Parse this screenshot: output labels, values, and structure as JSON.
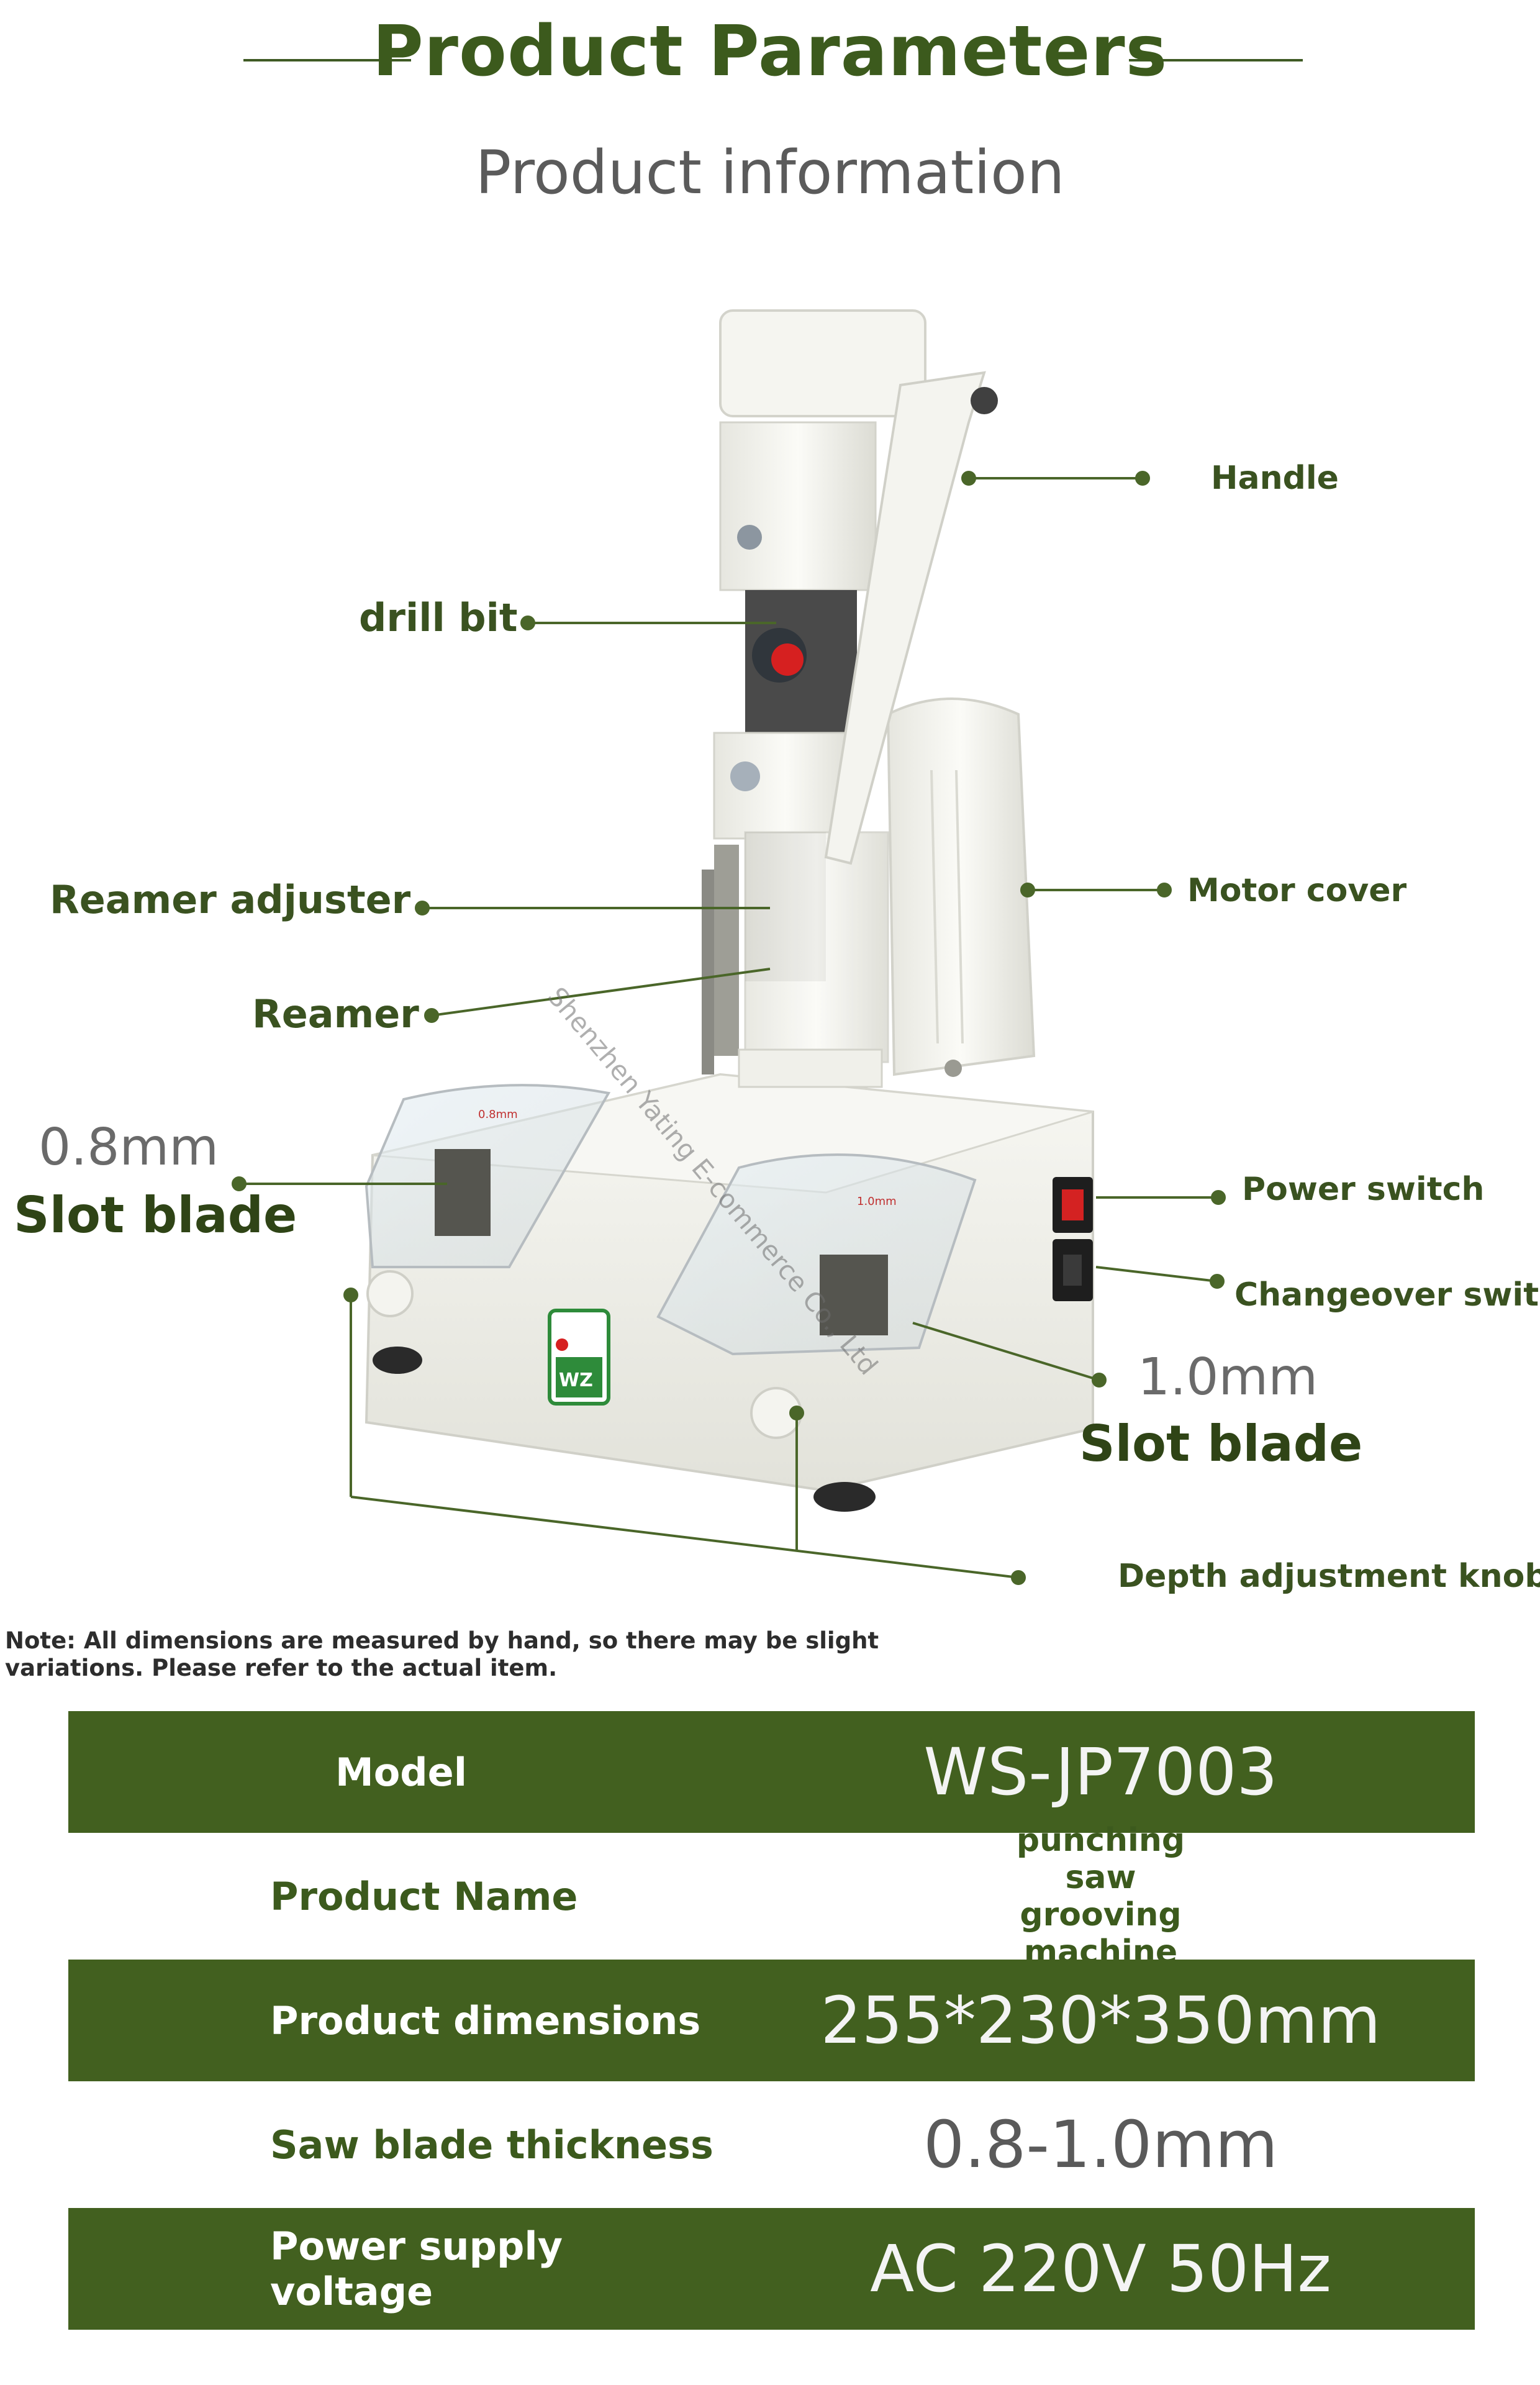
{
  "header": {
    "title": "Product Parameters",
    "subtitle": "Product information"
  },
  "callouts": {
    "handle": "Handle",
    "drill_bit": "drill bit",
    "reamer_adjuster": "Reamer adjuster",
    "motor_cover": "Motor cover",
    "reamer": "Reamer",
    "left_blade_size": "0.8mm",
    "left_blade_label": "Slot blade",
    "power_switch": "Power switch",
    "changeover_switch": "Changeover switch",
    "right_blade_size": "1.0mm",
    "right_blade_label": "Slot blade",
    "depth_knob": "Depth adjustment knob"
  },
  "watermark": "Shenzhen Yating E-commerce Co., Ltd",
  "machine": {
    "badge_text": "WZ",
    "left_tray_label": "0.8mm",
    "right_tray_label": "1.0mm"
  },
  "note": "Note: All dimensions are measured by hand, so there may be slight variations. Please refer to the actual item.",
  "specs": [
    {
      "key": "Model",
      "value": "WS-JP7003"
    },
    {
      "key": "Product Name",
      "value": "punching saw grooving machine"
    },
    {
      "key": "Product dimensions",
      "value": "255*230*350mm"
    },
    {
      "key": "Saw blade thickness",
      "value": "0.8-1.0mm"
    },
    {
      "key": "Power supply voltage",
      "value": "AC 220V 50Hz"
    }
  ],
  "colors": {
    "accent_green": "#42601f",
    "label_green": "#3a5220",
    "machine_white": "#f3f3ee"
  }
}
